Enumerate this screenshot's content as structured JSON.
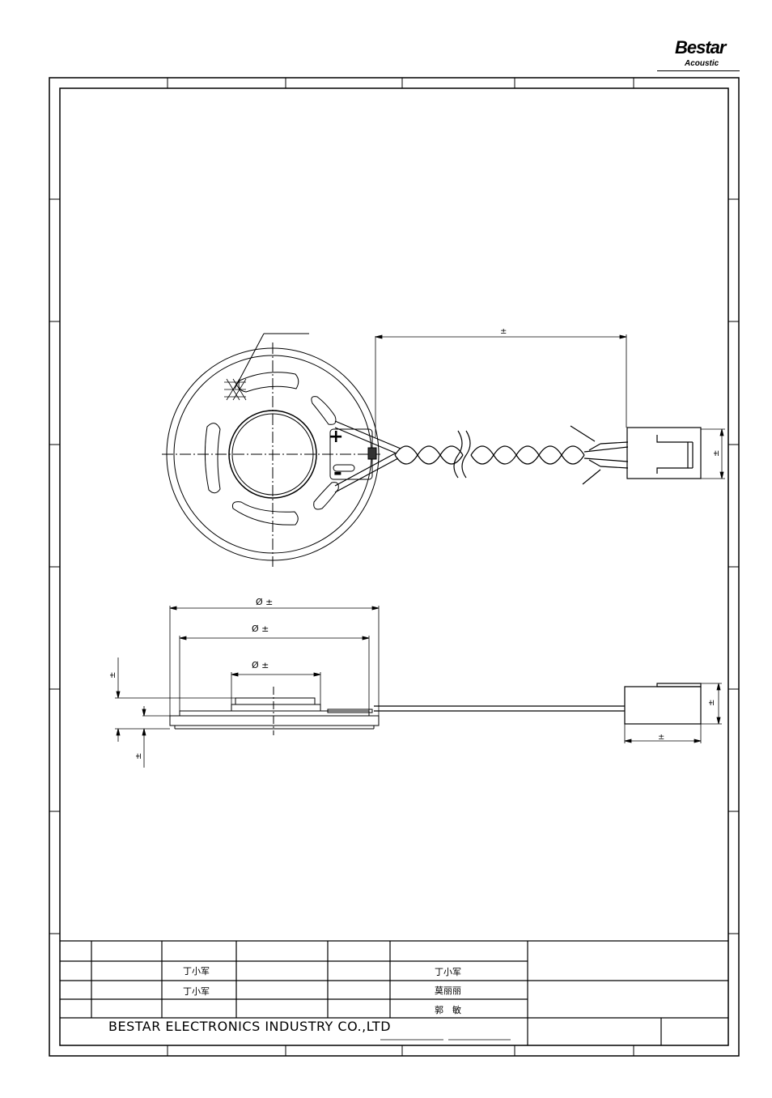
{
  "logo": {
    "brand": "Bestar",
    "sub": "Acoustic"
  },
  "dimensions": {
    "lead_length": "±",
    "connector_height": "±",
    "dia_outer": "Ø   ±",
    "dia_mid": "Ø      ±",
    "dia_inner": "Ø      ±",
    "total_height": "±",
    "plate_thickness": "±",
    "connector_side_height": "±",
    "connector_width": "±"
  },
  "polarity": {
    "plus": "+",
    "minus": "-"
  },
  "title_block": {
    "drawn_by": "丁小军",
    "checked_by": "丁小军",
    "approver_1": "丁小军",
    "approver_2": "莫丽丽",
    "approver_3": "郭　敏",
    "company": "BESTAR ELECTRONICS INDUSTRY CO.,LTD"
  }
}
